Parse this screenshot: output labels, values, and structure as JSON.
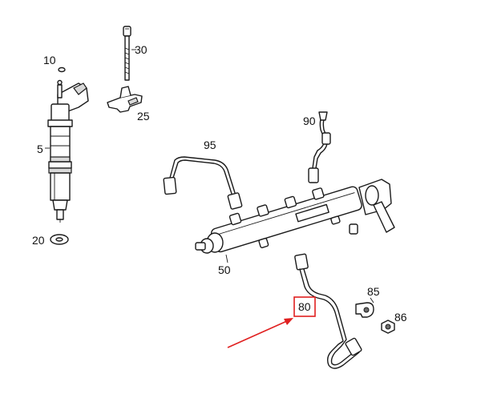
{
  "parts": [
    {
      "id": "injector",
      "label": "5"
    },
    {
      "id": "seal-ring",
      "label": "10"
    },
    {
      "id": "washer",
      "label": "20"
    },
    {
      "id": "clamp",
      "label": "25"
    },
    {
      "id": "bolt",
      "label": "30"
    },
    {
      "id": "rail",
      "label": "50"
    },
    {
      "id": "pipe-80",
      "label": "80"
    },
    {
      "id": "clip",
      "label": "85"
    },
    {
      "id": "nut",
      "label": "86"
    },
    {
      "id": "pipe-90",
      "label": "90"
    },
    {
      "id": "pipe-95",
      "label": "95"
    }
  ],
  "highlight": {
    "label": "80",
    "box_color": "#e02020",
    "arrow_color": "#e02020"
  }
}
